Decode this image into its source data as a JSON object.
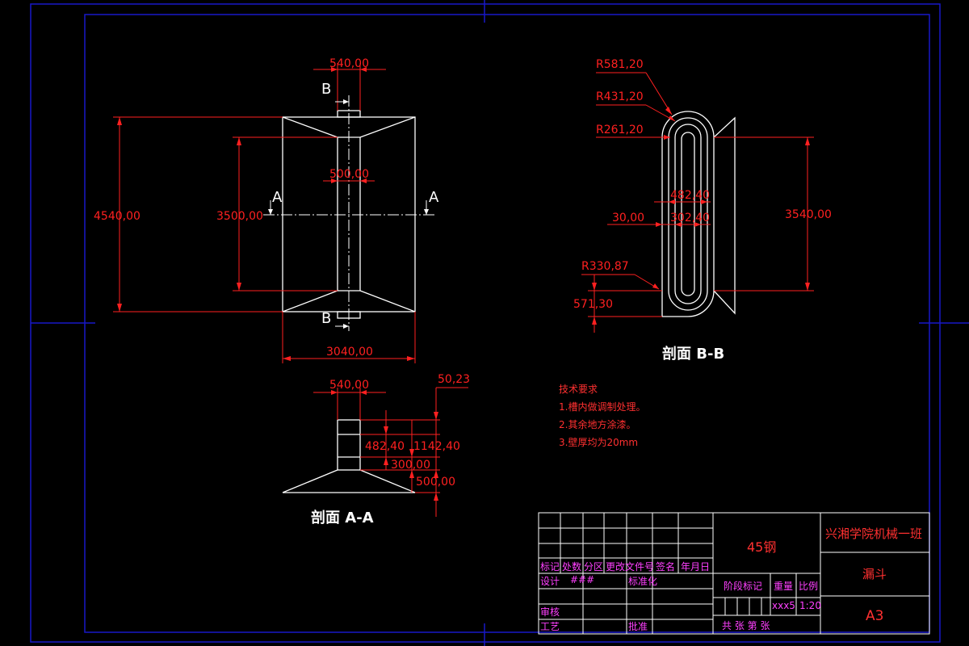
{
  "colors": {
    "border": "#1818c8",
    "outline": "#ffffff",
    "dimension": "#ff2020",
    "titleblock": "#ff40ff",
    "background": "#000000"
  },
  "top_view": {
    "dim_top_width": "540,00",
    "dim_center_width": "500,00",
    "dim_total_height": "4540,00",
    "dim_inner_height": "3500,00",
    "dim_bottom_width": "3040,00",
    "mark_b": "B",
    "mark_a": "A"
  },
  "section_aa": {
    "title": "剖面 A-A",
    "dim_top_width": "540,00",
    "dim_right_top": "50,23",
    "dim_482": "482,40",
    "dim_1142": "1142,40",
    "dim_300": "300,00",
    "dim_500": "500,00"
  },
  "section_bb": {
    "title": "剖面 B-B",
    "r_outer": "R581,20",
    "r_mid": "R431,20",
    "r_inner": "R261,20",
    "dim_482": "482,40",
    "dim_302": "302,40",
    "dim_30": "30,00",
    "dim_height": "3540,00",
    "r_bottom": "R330,87",
    "dim_571": "571,30"
  },
  "tech_requirements": {
    "heading": "技术要求",
    "items": [
      "1.槽内做调制处理。",
      "2.其余地方涂漆。",
      "3.壁厚均为20mm"
    ]
  },
  "title_block": {
    "material": "45钢",
    "school": "兴湘学院机械一班",
    "part_name": "漏斗",
    "sheet_size": "A3",
    "headers": [
      "标记",
      "处数",
      "分区",
      "更改文件号",
      "签名",
      "年月日"
    ],
    "design": "设计",
    "designer": "###",
    "standardize": "标准化",
    "review": "审核",
    "process": "工艺",
    "approve": "批准",
    "stage_mark": "阶段标记",
    "weight": "重量",
    "scale": "比例",
    "weight_val": "xxx5",
    "scale_val": "1:20",
    "sheets": "共  张 第  张"
  }
}
